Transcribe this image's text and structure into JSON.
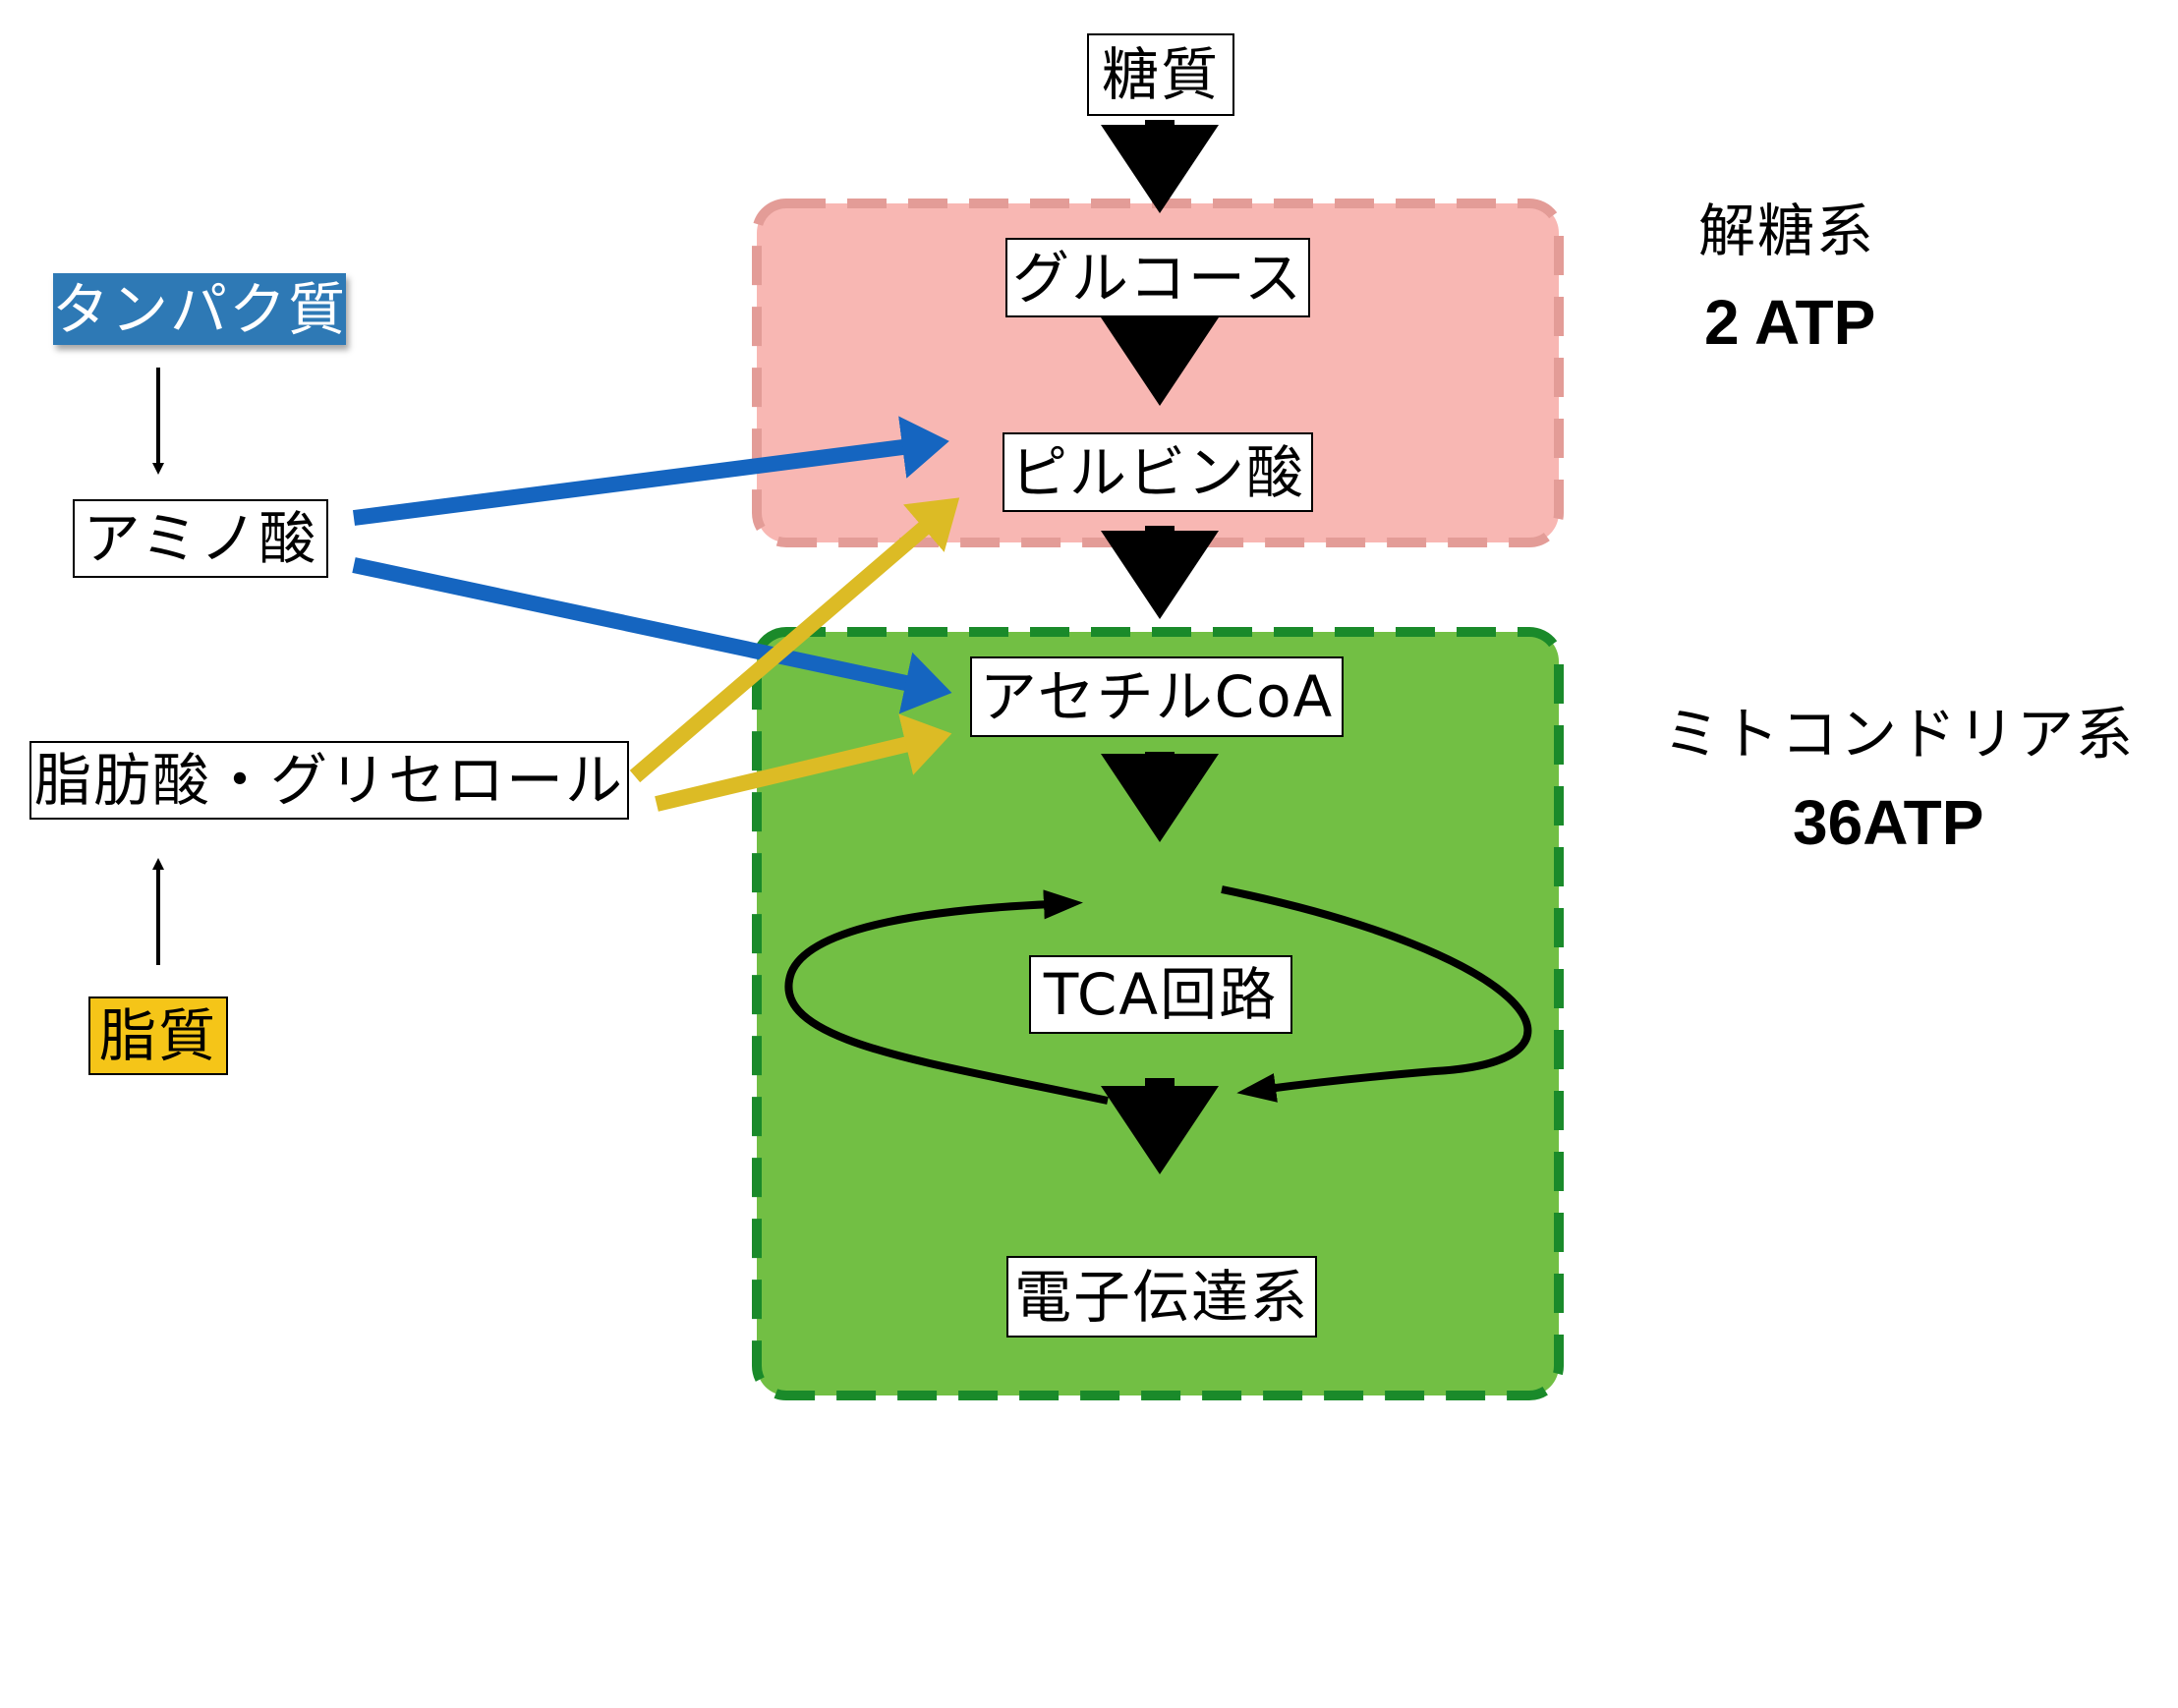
{
  "nodes": {
    "sugar": "糖質",
    "glucose": "グルコース",
    "pyruvate": "ピルビン酸",
    "acetyl_coa": "アセチルCoA",
    "tca": "TCA回路",
    "etc": "電子伝達系",
    "protein": "タンパク質",
    "amino_acid": "アミノ酸",
    "fatty_acid": "脂肪酸・グリセロール",
    "lipid": "脂質"
  },
  "regions": {
    "glycolysis": {
      "name": "解糖系",
      "atp": "2 ATP"
    },
    "mitochondria": {
      "name": "ミトコンドリア系",
      "atp": "36ATP"
    }
  },
  "colors": {
    "glycolysis_fill": "#f8b7b3",
    "glycolysis_border": "#e39c97",
    "mito_fill": "#72bf44",
    "mito_border": "#1a8a2a",
    "protein_path": "#1565c0",
    "lipid_path": "#dcbb25",
    "protein_box": "#2e79b5",
    "lipid_box": "#f5c518"
  }
}
